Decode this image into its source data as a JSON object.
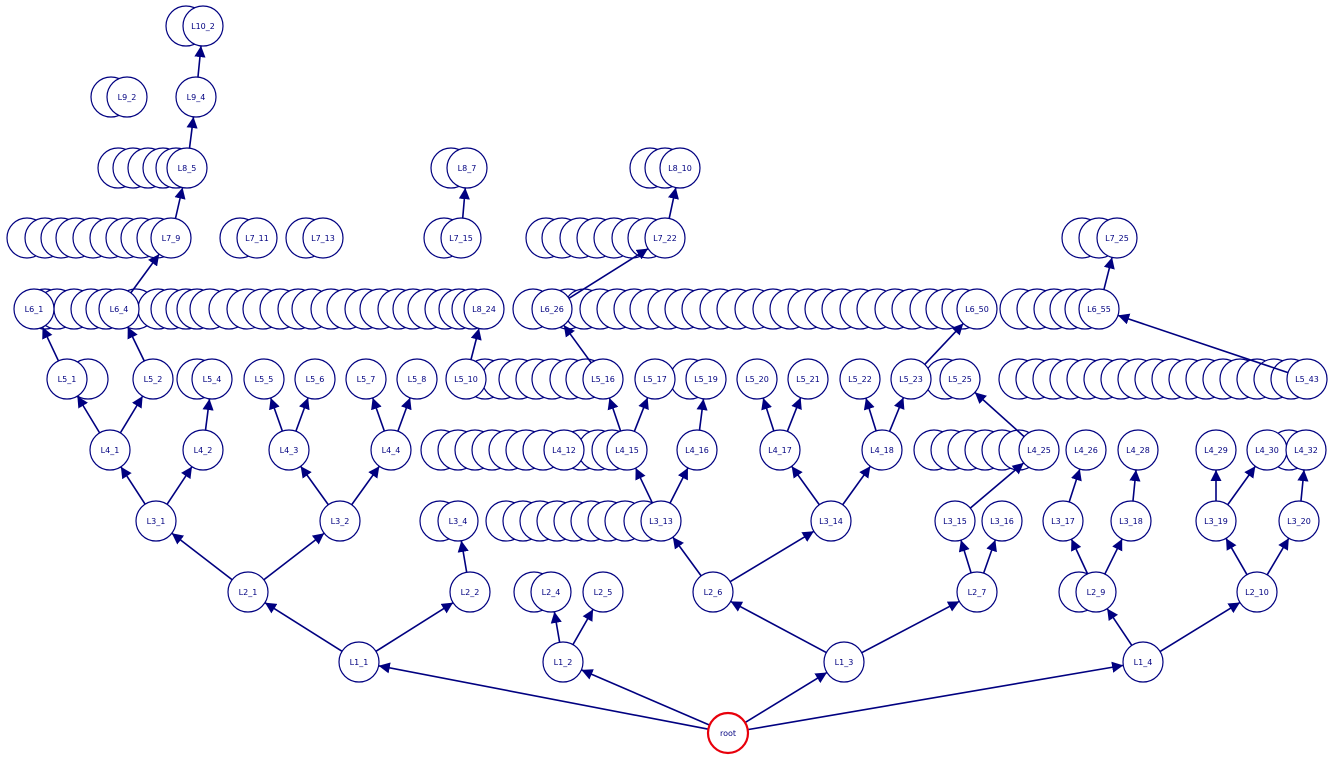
{
  "graph": {
    "colors": {
      "edge": "#000080",
      "node_stroke": "#000080",
      "root_stroke": "#e8000b",
      "background": "#ffffff"
    },
    "nodes": [
      {
        "id": "root",
        "label": "root",
        "root": true
      },
      {
        "id": "L1_1",
        "label": "L1_1"
      },
      {
        "id": "L1_2",
        "label": "L1_2"
      },
      {
        "id": "L1_3",
        "label": "L1_3"
      },
      {
        "id": "L1_4",
        "label": "L1_4"
      },
      {
        "id": "L2_1",
        "label": "L2_1"
      },
      {
        "id": "L2_2",
        "label": "L2_2"
      },
      {
        "id": "L2_4",
        "label": "L2_4"
      },
      {
        "id": "L2_5",
        "label": "L2_5"
      },
      {
        "id": "L2_6",
        "label": "L2_6"
      },
      {
        "id": "L2_7",
        "label": "L2_7"
      },
      {
        "id": "L2_9",
        "label": "L2_9"
      },
      {
        "id": "L2_10",
        "label": "L2_10"
      },
      {
        "id": "L3_1",
        "label": "L3_1"
      },
      {
        "id": "L3_2",
        "label": "L3_2"
      },
      {
        "id": "L3_4",
        "label": "L3_4"
      },
      {
        "id": "L3_13",
        "label": "L3_13"
      },
      {
        "id": "L3_14",
        "label": "L3_14"
      },
      {
        "id": "L3_15",
        "label": "L3_15"
      },
      {
        "id": "L3_16",
        "label": "L3_16"
      },
      {
        "id": "L3_17",
        "label": "L3_17"
      },
      {
        "id": "L3_18",
        "label": "L3_18"
      },
      {
        "id": "L3_19",
        "label": "L3_19"
      },
      {
        "id": "L3_20",
        "label": "L3_20"
      },
      {
        "id": "L4_1",
        "label": "L4_1"
      },
      {
        "id": "L4_2",
        "label": "L4_2"
      },
      {
        "id": "L4_3",
        "label": "L4_3"
      },
      {
        "id": "L4_4",
        "label": "L4_4"
      },
      {
        "id": "L4_12",
        "label": "L4_12"
      },
      {
        "id": "L4_15",
        "label": "L4_15"
      },
      {
        "id": "L4_16",
        "label": "L4_16"
      },
      {
        "id": "L4_17",
        "label": "L4_17"
      },
      {
        "id": "L4_18",
        "label": "L4_18"
      },
      {
        "id": "L4_25",
        "label": "L4_25"
      },
      {
        "id": "L4_26",
        "label": "L4_26"
      },
      {
        "id": "L4_28",
        "label": "L4_28"
      },
      {
        "id": "L4_29",
        "label": "L4_29"
      },
      {
        "id": "L4_30",
        "label": "L4_30"
      },
      {
        "id": "L4_32",
        "label": "L4_32"
      },
      {
        "id": "L5_1",
        "label": "L5_1"
      },
      {
        "id": "L5_2",
        "label": "L5_2"
      },
      {
        "id": "L5_4",
        "label": "L5_4"
      },
      {
        "id": "L5_5",
        "label": "L5_5"
      },
      {
        "id": "L5_6",
        "label": "L5_6"
      },
      {
        "id": "L5_7",
        "label": "L5_7"
      },
      {
        "id": "L5_8",
        "label": "L5_8"
      },
      {
        "id": "L5_10",
        "label": "L5_10"
      },
      {
        "id": "L5_16",
        "label": "L5_16"
      },
      {
        "id": "L5_17",
        "label": "L5_17"
      },
      {
        "id": "L5_19",
        "label": "L5_19"
      },
      {
        "id": "L5_20",
        "label": "L5_20"
      },
      {
        "id": "L5_21",
        "label": "L5_21"
      },
      {
        "id": "L5_22",
        "label": "L5_22"
      },
      {
        "id": "L5_23",
        "label": "L5_23"
      },
      {
        "id": "L5_25",
        "label": "L5_25"
      },
      {
        "id": "L5_43",
        "label": "L5_43"
      },
      {
        "id": "L6_1",
        "label": "L6_1"
      },
      {
        "id": "L6_4",
        "label": "L6_4"
      },
      {
        "id": "L6_26",
        "label": "L6_26"
      },
      {
        "id": "L6_50",
        "label": "L6_50"
      },
      {
        "id": "L6_55",
        "label": "L6_55"
      },
      {
        "id": "L8_24",
        "label": "L8_24"
      },
      {
        "id": "L7_9",
        "label": "L7_9"
      },
      {
        "id": "L7_11",
        "label": "L7_11"
      },
      {
        "id": "L7_13",
        "label": "L7_13"
      },
      {
        "id": "L7_15",
        "label": "L7_15"
      },
      {
        "id": "L7_22",
        "label": "L7_22"
      },
      {
        "id": "L7_25",
        "label": "L7_25"
      },
      {
        "id": "L8_5",
        "label": "L8_5"
      },
      {
        "id": "L8_7",
        "label": "L8_7"
      },
      {
        "id": "L8_10",
        "label": "L8_10"
      },
      {
        "id": "L9_2",
        "label": "L9_2"
      },
      {
        "id": "L9_4",
        "label": "L9_4"
      },
      {
        "id": "L10_2",
        "label": "L10_2"
      }
    ],
    "edges": [
      [
        "root",
        "L1_1"
      ],
      [
        "root",
        "L1_2"
      ],
      [
        "root",
        "L1_3"
      ],
      [
        "root",
        "L1_4"
      ],
      [
        "L1_1",
        "L2_1"
      ],
      [
        "L1_1",
        "L2_2"
      ],
      [
        "L1_2",
        "L2_4"
      ],
      [
        "L1_2",
        "L2_5"
      ],
      [
        "L1_3",
        "L2_6"
      ],
      [
        "L1_3",
        "L2_7"
      ],
      [
        "L1_4",
        "L2_9"
      ],
      [
        "L1_4",
        "L2_10"
      ],
      [
        "L2_1",
        "L3_1"
      ],
      [
        "L2_1",
        "L3_2"
      ],
      [
        "L2_2",
        "L3_4"
      ],
      [
        "L2_6",
        "L3_13"
      ],
      [
        "L2_6",
        "L3_14"
      ],
      [
        "L2_7",
        "L3_15"
      ],
      [
        "L2_7",
        "L3_16"
      ],
      [
        "L2_9",
        "L3_17"
      ],
      [
        "L2_9",
        "L3_18"
      ],
      [
        "L2_10",
        "L3_19"
      ],
      [
        "L2_10",
        "L3_20"
      ],
      [
        "L3_1",
        "L4_1"
      ],
      [
        "L3_1",
        "L4_2"
      ],
      [
        "L3_2",
        "L4_3"
      ],
      [
        "L3_2",
        "L4_4"
      ],
      [
        "L3_13",
        "L4_15"
      ],
      [
        "L3_13",
        "L4_16"
      ],
      [
        "L3_14",
        "L4_17"
      ],
      [
        "L3_14",
        "L4_18"
      ],
      [
        "L3_15",
        "L4_25"
      ],
      [
        "L3_17",
        "L4_26"
      ],
      [
        "L3_18",
        "L4_28"
      ],
      [
        "L3_19",
        "L4_29"
      ],
      [
        "L3_19",
        "L4_30"
      ],
      [
        "L3_20",
        "L4_32"
      ],
      [
        "L4_1",
        "L5_1"
      ],
      [
        "L4_1",
        "L5_2"
      ],
      [
        "L4_2",
        "L5_4"
      ],
      [
        "L4_3",
        "L5_5"
      ],
      [
        "L4_3",
        "L5_6"
      ],
      [
        "L4_4",
        "L5_7"
      ],
      [
        "L4_4",
        "L5_8"
      ],
      [
        "L4_15",
        "L5_16"
      ],
      [
        "L4_15",
        "L5_17"
      ],
      [
        "L4_16",
        "L5_19"
      ],
      [
        "L4_17",
        "L5_20"
      ],
      [
        "L4_17",
        "L5_21"
      ],
      [
        "L4_18",
        "L5_22"
      ],
      [
        "L4_18",
        "L5_23"
      ],
      [
        "L4_25",
        "L5_25"
      ],
      [
        "L5_1",
        "L6_1"
      ],
      [
        "L5_2",
        "L6_4"
      ],
      [
        "L5_10",
        "L8_24"
      ],
      [
        "L5_16",
        "L6_26"
      ],
      [
        "L5_23",
        "L6_50"
      ],
      [
        "L5_43",
        "L6_55"
      ],
      [
        "L6_4",
        "L7_9"
      ],
      [
        "L6_26",
        "L7_22"
      ],
      [
        "L6_55",
        "L7_25"
      ],
      [
        "L7_9",
        "L8_5"
      ],
      [
        "L7_15",
        "L8_7"
      ],
      [
        "L7_22",
        "L8_10"
      ],
      [
        "L8_5",
        "L9_4"
      ],
      [
        "L9_4",
        "L10_2"
      ]
    ]
  }
}
